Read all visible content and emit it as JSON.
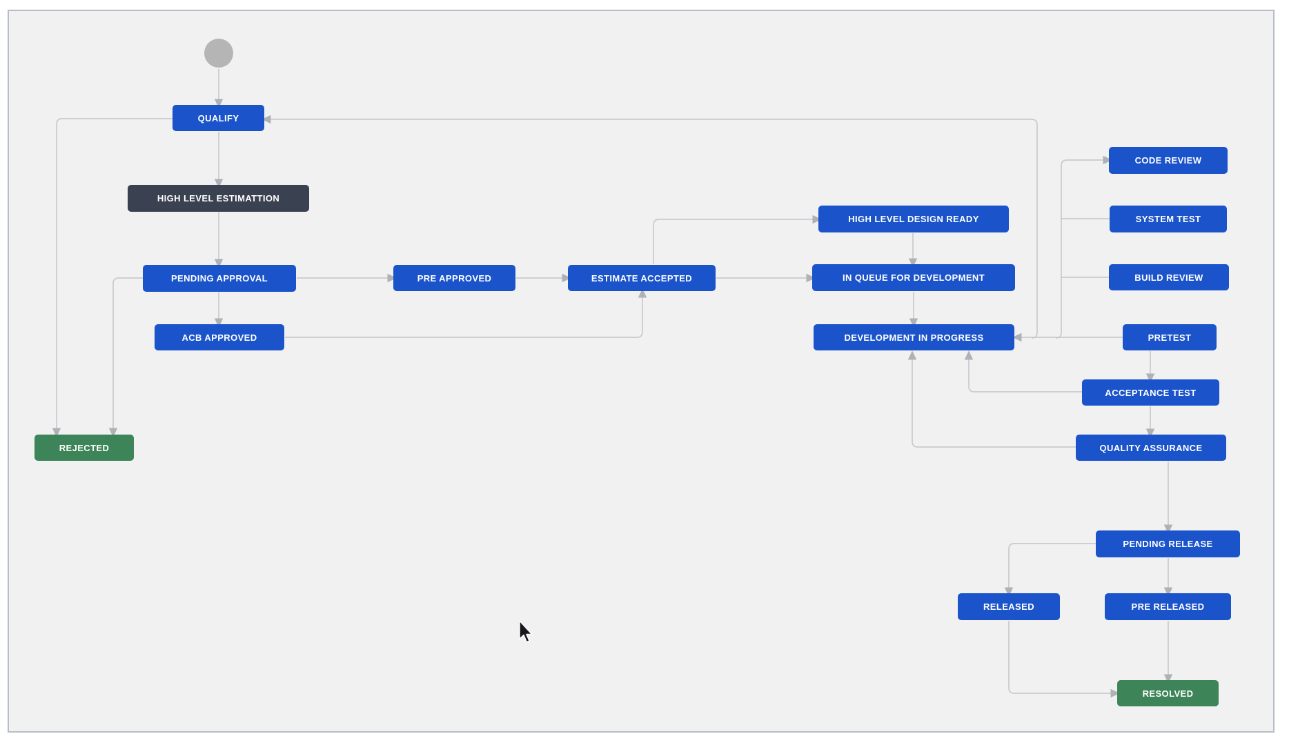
{
  "palette": {
    "blue": "#1b53cb",
    "navy": "#3a4150",
    "green": "#3d8458",
    "start_gray": "#b5b5b5",
    "line": "#c8cacd",
    "arrow": "#aeb1b5",
    "panel_bg": "#f1f1f2",
    "panel_border": "#b6bdc9",
    "page_bg": "#ffffff",
    "node_text": "#ffffff"
  },
  "diagram": {
    "nodes": {
      "start": {
        "label": "",
        "kind": "start"
      },
      "qualify": {
        "label": "QUALIFY",
        "kind": "blue"
      },
      "high_level_estimattion": {
        "label": "HIGH LEVEL ESTIMATTION",
        "kind": "navy"
      },
      "pending_approval": {
        "label": "PENDING APPROVAL",
        "kind": "blue"
      },
      "acb_approved": {
        "label": "ACB APPROVED",
        "kind": "blue"
      },
      "pre_approved": {
        "label": "PRE APPROVED",
        "kind": "blue"
      },
      "estimate_accepted": {
        "label": "ESTIMATE ACCEPTED",
        "kind": "blue"
      },
      "high_level_design_ready": {
        "label": "HIGH LEVEL DESIGN READY",
        "kind": "blue"
      },
      "in_queue_for_development": {
        "label": "IN QUEUE FOR DEVELOPMENT",
        "kind": "blue"
      },
      "development_in_progress": {
        "label": "DEVELOPMENT IN PROGRESS",
        "kind": "blue"
      },
      "rejected": {
        "label": "REJECTED",
        "kind": "green"
      },
      "code_review": {
        "label": "CODE REVIEW",
        "kind": "blue"
      },
      "system_test": {
        "label": "SYSTEM TEST",
        "kind": "blue"
      },
      "build_review": {
        "label": "BUILD REVIEW",
        "kind": "blue"
      },
      "pretest": {
        "label": "PRETEST",
        "kind": "blue"
      },
      "acceptance_test": {
        "label": "ACCEPTANCE TEST",
        "kind": "blue"
      },
      "quality_assurance": {
        "label": "QUALITY ASSURANCE",
        "kind": "blue"
      },
      "pending_release": {
        "label": "PENDING RELEASE",
        "kind": "blue"
      },
      "released": {
        "label": "RELEASED",
        "kind": "blue"
      },
      "pre_released": {
        "label": "PRE RELEASED",
        "kind": "blue"
      },
      "resolved": {
        "label": "RESOLVED",
        "kind": "green"
      }
    }
  }
}
